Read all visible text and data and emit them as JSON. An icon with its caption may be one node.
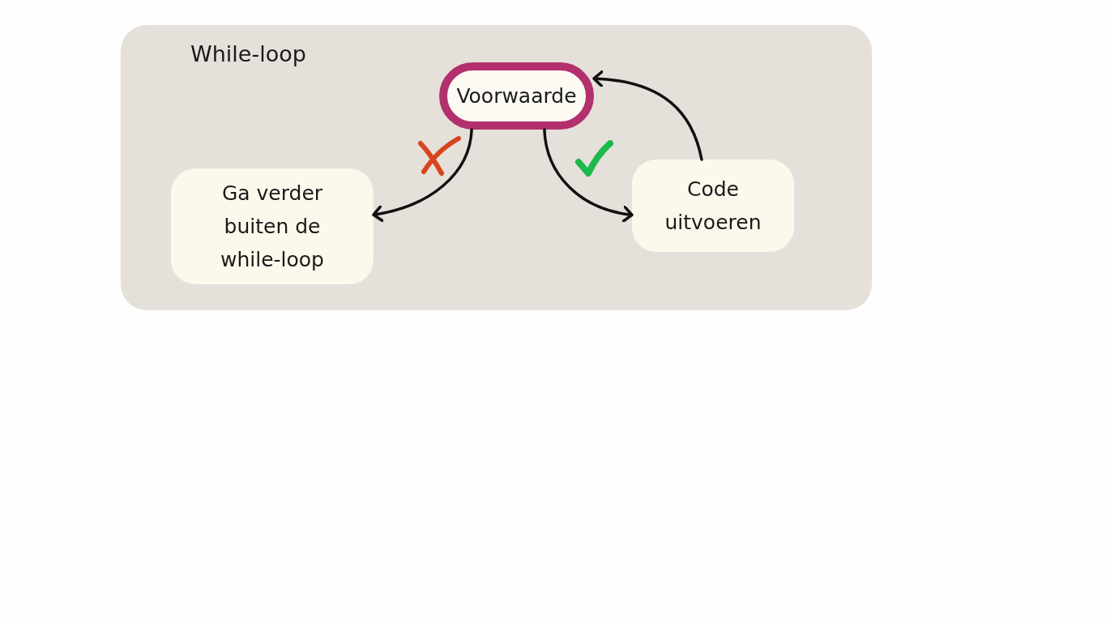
{
  "diagram": {
    "nodes": [
      {
        "text": [
          "While-loop"
        ]
      },
      {
        "text": [
          "Voorwaarde"
        ],
        "in": 0
      },
      {
        "text": [
          "Ga verder buiten de while-loop"
        ],
        "in": 0
      },
      {
        "text": [
          "Code uitvoeren"
        ],
        "in": 0
      }
    ],
    "edges": [
      {
        "from": 1,
        "to": 2,
        "arrow": "to"
      },
      {
        "from": 1,
        "to": 3,
        "arrow": "to"
      },
      {
        "from": 3,
        "to": 1,
        "arrow": "to"
      }
    ]
  }
}
